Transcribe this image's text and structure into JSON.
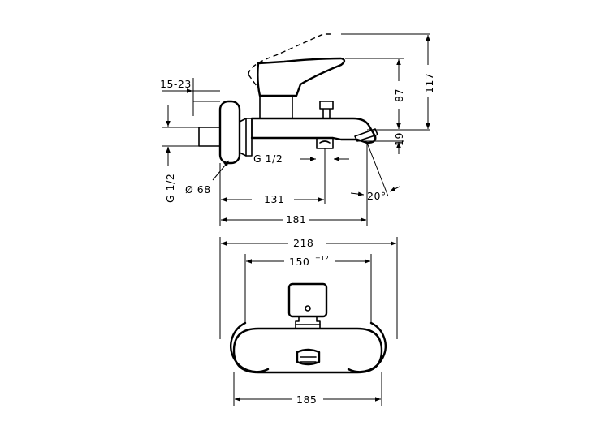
{
  "side_view": {
    "labels": {
      "d15_23": "15-23",
      "g12_left": "G 1/2",
      "d68": "Ø 68",
      "g12_bottom": "G 1/2",
      "d131": "131",
      "d181": "181",
      "d87": "87",
      "d117": "117",
      "d19": "19",
      "d20deg": "20°"
    }
  },
  "front_view": {
    "labels": {
      "d218": "218",
      "d150": "150",
      "d150_tol": "±12",
      "d185": "185"
    }
  }
}
